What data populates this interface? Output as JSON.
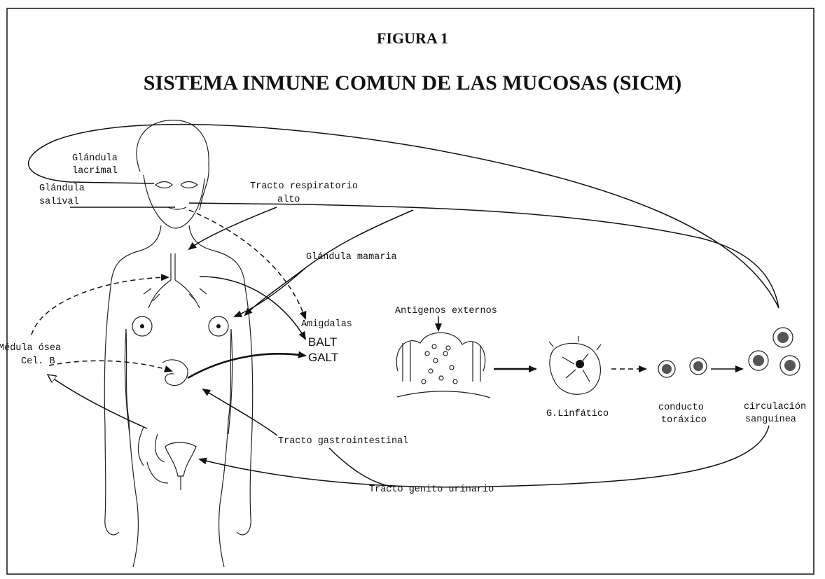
{
  "figure": {
    "label": "FIGURA 1",
    "title": "SISTEMA INMUNE COMUN DE LAS MUCOSAS (SICM)"
  },
  "body_labels": {
    "lacrimal": [
      "Glándula",
      "lacrimal"
    ],
    "salival": [
      "Glándula",
      "salival"
    ],
    "respiratorio": [
      "Tracto respiratorio",
      "alto"
    ],
    "mamaria": "Glándula mamaria",
    "amigdalas": "Amigdalas",
    "balt": "BALT",
    "galt": "GALT",
    "medula": [
      "Médula ósea",
      "Cel. B"
    ],
    "gastro": "Tracto gastrointestinal",
    "genito": "Tracto genito urinario"
  },
  "pathway_labels": {
    "antigenos": "Antigenos externos",
    "ganglio": "G.Linfático",
    "conducto": [
      "conducto",
      "toráxico"
    ],
    "circulacion": [
      "circulación",
      "sanguínea"
    ]
  }
}
